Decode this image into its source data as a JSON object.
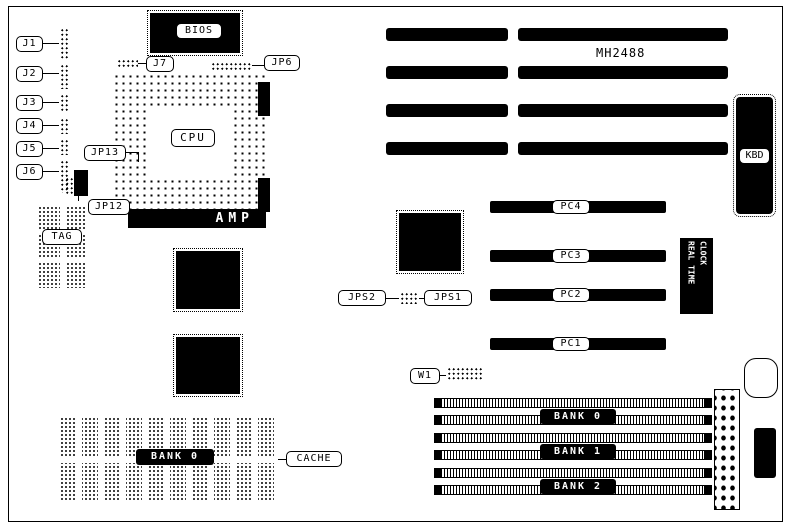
{
  "board": {
    "model": "MH2488",
    "left_jumpers": [
      {
        "label": "J1"
      },
      {
        "label": "J2"
      },
      {
        "label": "J3"
      },
      {
        "label": "J4"
      },
      {
        "label": "J5"
      },
      {
        "label": "J6"
      }
    ],
    "bios": {
      "label": "BIOS"
    },
    "j7": {
      "label": "J7"
    },
    "jp6": {
      "label": "JP6"
    },
    "cpu": {
      "label": "CPU"
    },
    "jp13": {
      "label": "JP13"
    },
    "jp12": {
      "label": "JP12"
    },
    "amp": {
      "label": "AMP"
    },
    "tag": {
      "label": "TAG"
    },
    "kbd": {
      "label": "KBD"
    },
    "real_time_clock": {
      "line1": "REAL TIME",
      "line2": "CLOCK"
    },
    "pc_slots": [
      {
        "label": "PC4"
      },
      {
        "label": "PC3"
      },
      {
        "label": "PC2"
      },
      {
        "label": "PC1"
      }
    ],
    "jps2": {
      "label": "JPS2"
    },
    "jps1": {
      "label": "JPS1"
    },
    "w1": {
      "label": "W1"
    },
    "cache": {
      "bank_label": "BANK 0",
      "label": "CACHE"
    },
    "ram_banks": [
      {
        "label": "BANK 0"
      },
      {
        "label": "BANK 1"
      },
      {
        "label": "BANK 2"
      }
    ],
    "colors": {
      "ink": "#000000",
      "paper": "#ffffff"
    }
  }
}
